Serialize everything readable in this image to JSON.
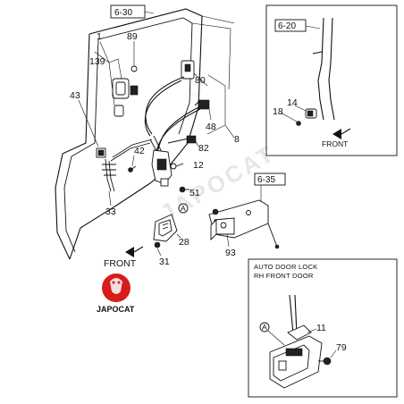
{
  "refs": {
    "main_door": "6-30",
    "inset_front": "6-20",
    "bracket": "6-35"
  },
  "callouts": {
    "c1": "1",
    "c89": "89",
    "c139": "139",
    "c80": "80",
    "c43": "43",
    "c48": "48",
    "c8": "8",
    "c82": "82",
    "c42": "42",
    "c12": "12",
    "c51": "51",
    "c33": "33",
    "c28": "28",
    "c31": "31",
    "c93": "93",
    "c14": "14",
    "c18": "18",
    "c11": "11",
    "c79": "79"
  },
  "markers": {
    "a_main": "A",
    "a_inset": "A"
  },
  "labels": {
    "front_main": "FRONT",
    "front_inset": "FRONT",
    "inset_title_line1": "AUTO DOOR LOCK",
    "inset_title_line2": "RH FRONT DOOR"
  },
  "logo": {
    "text": "JAPOCAT",
    "watermark": "JAPOCAT",
    "color": "#d81b1b"
  }
}
